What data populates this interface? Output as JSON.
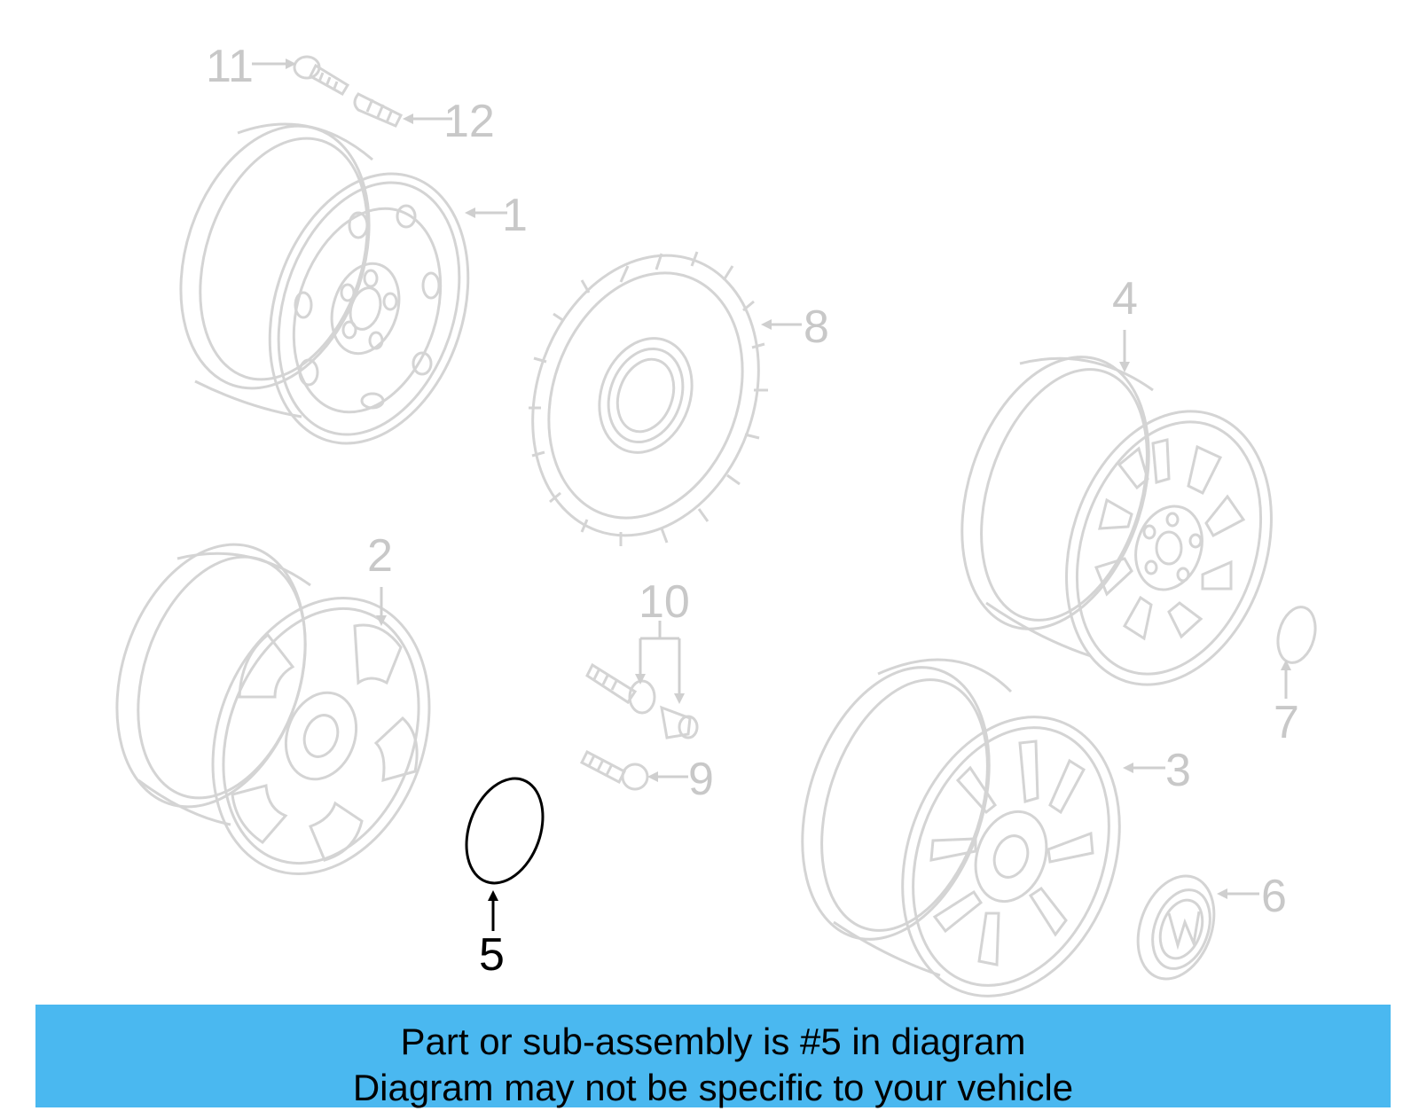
{
  "callouts": {
    "c1": "1",
    "c2": "2",
    "c3": "3",
    "c4": "4",
    "c5": "5",
    "c6": "6",
    "c7": "7",
    "c8": "8",
    "c9": "9",
    "c10": "10",
    "c11": "11",
    "c12": "12"
  },
  "highlight_part": "5",
  "colors": {
    "banner_bg": "#4ab8f0",
    "inactive_part": "#d4d4d4",
    "inactive_label": "#c8c8c8",
    "selected_part": "#000000"
  },
  "banner": {
    "line1": "Part or sub-assembly is #5 in diagram",
    "line2": "Diagram may not be specific to your vehicle"
  }
}
